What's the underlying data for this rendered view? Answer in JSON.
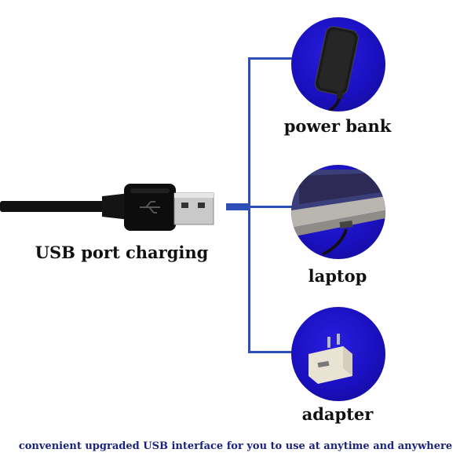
{
  "left": {
    "caption": "USB port charging"
  },
  "devices": [
    {
      "label": "power bank"
    },
    {
      "label": "laptop"
    },
    {
      "label": "adapter"
    }
  ],
  "footer": {
    "text": "convenient upgraded USB interface for you to use at anytime and anywhere"
  },
  "colors": {
    "bracket": "#2f4fb8",
    "circle": "#1a10c0",
    "footer_text": "#1a237e"
  }
}
